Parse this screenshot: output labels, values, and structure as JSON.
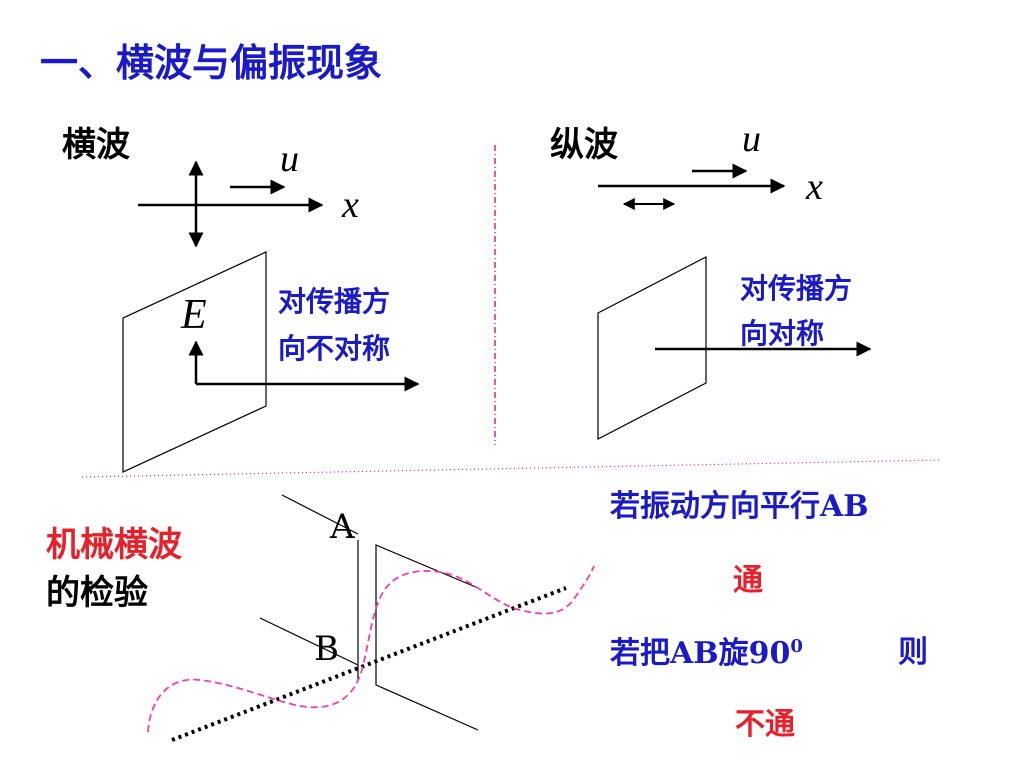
{
  "title": "一、横波与偏振现象",
  "transverse": {
    "label": "横波",
    "u": "u",
    "x": "x",
    "e": "E",
    "note_line1": "对传播方",
    "note_line2": "向不对称"
  },
  "longitudinal": {
    "label": "纵波",
    "u": "u",
    "x": "x",
    "note_line1": "对传播方",
    "note_line2": "向对称"
  },
  "mechanical": {
    "label_line1": "机械横波",
    "label_line2": "的检验",
    "point_a": "A",
    "point_b": "B"
  },
  "explanation": {
    "line1": "若振动方向平行AB",
    "line2": "通",
    "line3_prefix": "若把AB旋90",
    "line3_sup": "0",
    "line3_suffix": "则",
    "line4": "不通"
  },
  "colors": {
    "title_blue": "#1a1ac8",
    "text_red": "#e8202a",
    "divider_pink": "#e0208a",
    "wave_pink": "#f040b0"
  }
}
